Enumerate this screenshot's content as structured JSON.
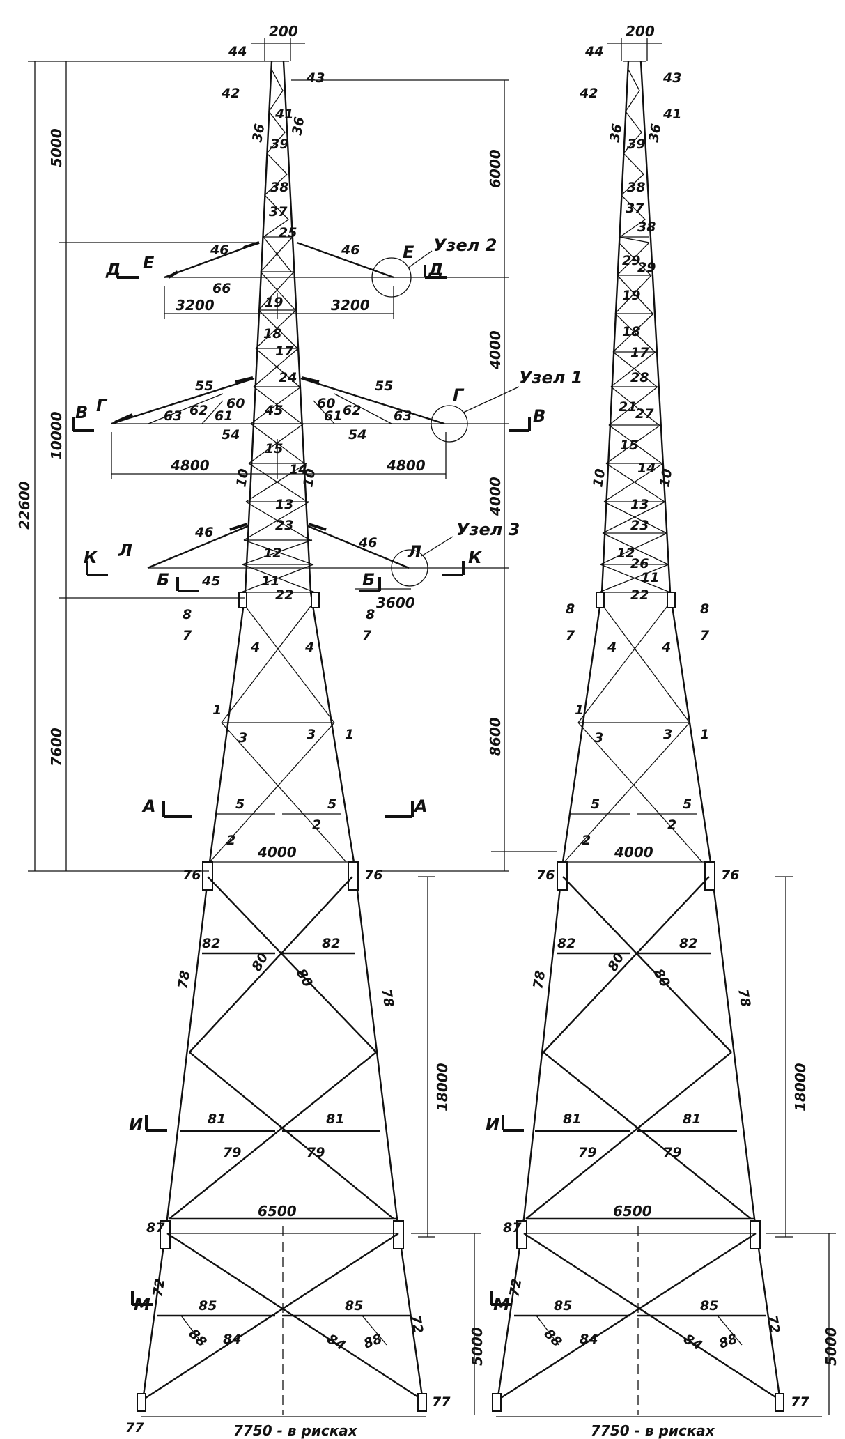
{
  "colors": {
    "ink": "#111111",
    "paper": "#ffffff"
  },
  "left_tower": {
    "dims": {
      "top_width": "200",
      "total_height": "22600",
      "peak": "5000",
      "middle": "10000",
      "lower": "7600",
      "peak_right": "6000",
      "mid_right_a": "4000",
      "mid_right_b": "4000",
      "lower_right": "8600",
      "arm_top_l": "3200",
      "arm_top_r": "3200",
      "arm_mid_l": "4800",
      "arm_mid_r": "4800",
      "arm_low": "3600",
      "base_width": "4000",
      "section1_height": "18000",
      "section1_base": "6500",
      "section2_height": "5000",
      "footing": "7750 - в рисках"
    },
    "nodes": {
      "node1": "Узел 1",
      "node2": "Узел 2",
      "node3": "Узел 3"
    },
    "sections": {
      "A": "А",
      "B": "Б",
      "V": "В",
      "G": "Г",
      "D": "Д",
      "E": "Е",
      "I": "И",
      "K": "К",
      "L": "Л",
      "M": "М"
    },
    "parts": {
      "p1": "1",
      "p2": "2",
      "p3": "3",
      "p4": "4",
      "p5": "5",
      "p7": "7",
      "p8": "8",
      "p10": "10",
      "p11": "11",
      "p12": "12",
      "p13": "13",
      "p14": "14",
      "p15": "15",
      "p17": "17",
      "p18": "18",
      "p19": "19",
      "p22": "22",
      "p23": "23",
      "p24": "24",
      "p25": "25",
      "p36": "36",
      "p37": "37",
      "p38": "38",
      "p39": "39",
      "p41": "41",
      "p42": "42",
      "p43": "43",
      "p44": "44",
      "p45": "45",
      "p46": "46",
      "p54": "54",
      "p55": "55",
      "p60": "60",
      "p61": "61",
      "p62": "62",
      "p63": "63",
      "p66": "66",
      "p72": "72",
      "p76": "76",
      "p77": "77",
      "p78": "78",
      "p79": "79",
      "p80": "80",
      "p81": "81",
      "p82": "82",
      "p84": "84",
      "p85": "85",
      "p87": "87",
      "p88": "88"
    }
  },
  "right_tower": {
    "dims": {
      "top_width": "200",
      "section1_height": "18000",
      "section1_base": "6500",
      "section2_height": "5000",
      "base_width": "4000",
      "footing": "7750 - в рисках"
    },
    "sections": {
      "I": "И",
      "M": "М"
    },
    "parts": {
      "p1": "1",
      "p2": "2",
      "p3": "3",
      "p4": "4",
      "p5": "5",
      "p7": "7",
      "p8": "8",
      "p10": "10",
      "p11": "11",
      "p12": "12",
      "p13": "13",
      "p14": "14",
      "p15": "15",
      "p17": "17",
      "p18": "18",
      "p19": "19",
      "p21": "21",
      "p22": "22",
      "p23": "23",
      "p26": "26",
      "p27": "27",
      "p28": "28",
      "p29": "29",
      "p36": "36",
      "p37": "37",
      "p38": "38",
      "p39": "39",
      "p41": "41",
      "p42": "42",
      "p43": "43",
      "p44": "44",
      "p72": "72",
      "p76": "76",
      "p77": "77",
      "p78": "78",
      "p79": "79",
      "p80": "80",
      "p81": "81",
      "p82": "82",
      "p84": "84",
      "p85": "85",
      "p87": "87",
      "p88": "88"
    }
  }
}
